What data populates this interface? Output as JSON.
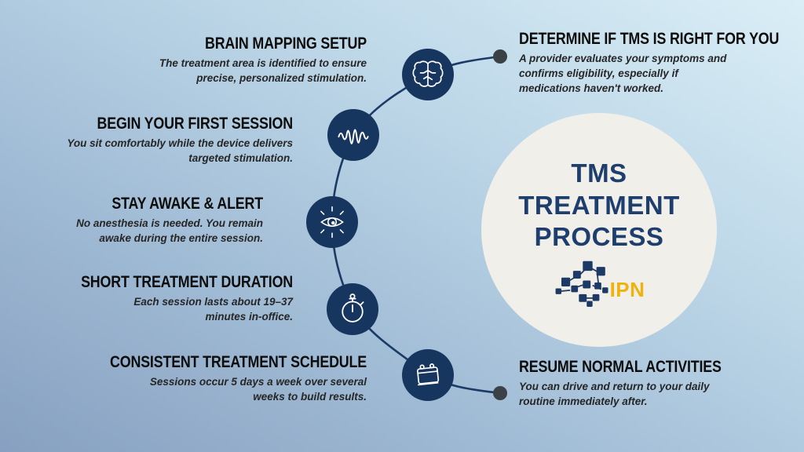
{
  "colors": {
    "background_dark": "#87a0c1",
    "background_light": "#daeef6",
    "node_navy": "#17365f",
    "line_navy": "#1c3a66",
    "dot_gray": "#3c4147",
    "circle_cream": "#f1efe9",
    "title_navy": "#1e3e6d",
    "logo_gold": "#efb310",
    "heading_black": "#0d0d0d",
    "desc_gray": "#262626"
  },
  "center": {
    "title": "TMS\nTREATMENT\nPROCESS",
    "logo_text": "IPN",
    "logo_icon": "brain-network-icon"
  },
  "timeline": {
    "icons": [
      "brain-icon",
      "waveform-icon",
      "eye-icon",
      "stopwatch-icon",
      "calendar-icon"
    ],
    "endpoints": [
      "start-dot",
      "end-dot"
    ]
  },
  "steps": [
    {
      "title": "DETERMINE IF TMS IS RIGHT FOR YOU",
      "desc": "A provider evaluates your symptoms and\nconfirms eligibility, especially if\nmedications haven't worked."
    },
    {
      "title": "BRAIN MAPPING SETUP",
      "desc": "The treatment area is identified to ensure\nprecise, personalized stimulation.",
      "icon": "brain-icon"
    },
    {
      "title": "BEGIN YOUR FIRST SESSION",
      "desc": "You sit comfortably while the device delivers\ntargeted stimulation.",
      "icon": "waveform-icon"
    },
    {
      "title": "STAY AWAKE & ALERT",
      "desc": "No anesthesia is needed. You remain\nawake during the entire session.",
      "icon": "eye-icon"
    },
    {
      "title": "SHORT TREATMENT DURATION",
      "desc": "Each session lasts about 19–37\nminutes in-office.",
      "icon": "stopwatch-icon"
    },
    {
      "title": "CONSISTENT TREATMENT SCHEDULE",
      "desc": "Sessions occur 5 days a week over several\nweeks to build results.",
      "icon": "calendar-icon"
    },
    {
      "title": "RESUME NORMAL ACTIVITIES",
      "desc": "You can drive and return to your daily\nroutine immediately after."
    }
  ]
}
